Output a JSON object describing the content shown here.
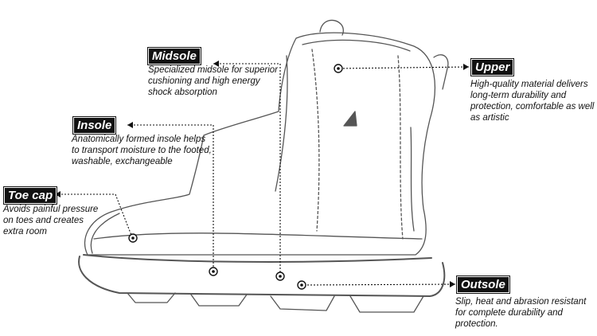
{
  "parts": [
    {
      "id": "midsole",
      "label": "Midsole",
      "description": "Specialized midsole for superior cushioning and high energy shock absorption"
    },
    {
      "id": "insole",
      "label": "Insole",
      "description": "Anatomically formed insole helps to transport moisture to the footed, washable, exchangeable"
    },
    {
      "id": "toecap",
      "label": "Toe cap",
      "description": "Avoids painful pressure on toes and creates extra room"
    },
    {
      "id": "upper",
      "label": "Upper",
      "description": "High-quality material delivers long-term durability and protection, comfortable as well as artistic"
    },
    {
      "id": "outsole",
      "label": "Outsole",
      "description": "Slip, heat and abrasion resistant for complete durability and protection."
    }
  ],
  "colors": {
    "ink": "#111111",
    "background": "#ffffff",
    "sketch": "#555555"
  }
}
